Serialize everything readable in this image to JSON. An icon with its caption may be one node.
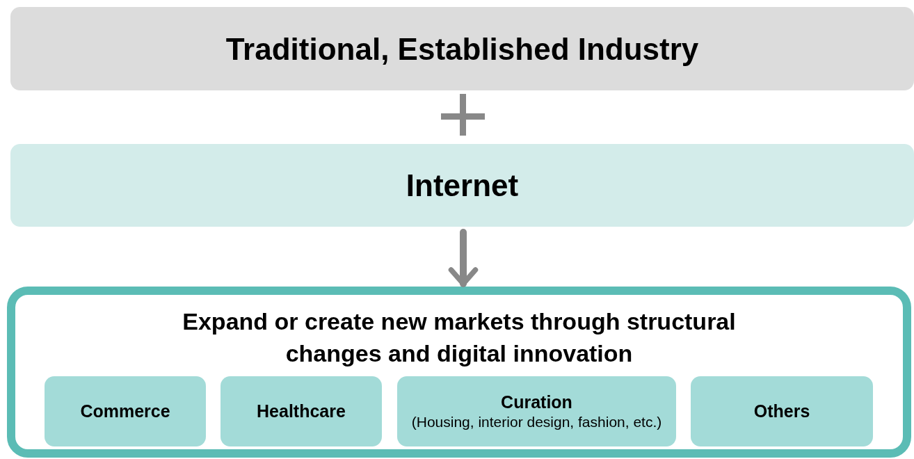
{
  "diagram": {
    "nodes": [
      {
        "text": [
          "Traditional, Established Industry"
        ]
      },
      {
        "text": [
          "Internet"
        ]
      },
      {
        "text": [
          "Expand or create new markets through structural changes and digital innovation"
        ]
      },
      {
        "text": [
          "Commerce"
        ],
        "in": 2
      },
      {
        "text": [
          "Healthcare"
        ],
        "in": 2
      },
      {
        "text": [
          "Curation",
          "(Housing, interior design, fashion, etc.)"
        ],
        "in": 2
      },
      {
        "text": [
          "Others"
        ],
        "in": 2
      }
    ],
    "edges": [
      {
        "from": 1,
        "to": 2,
        "arrow": "to"
      }
    ]
  }
}
